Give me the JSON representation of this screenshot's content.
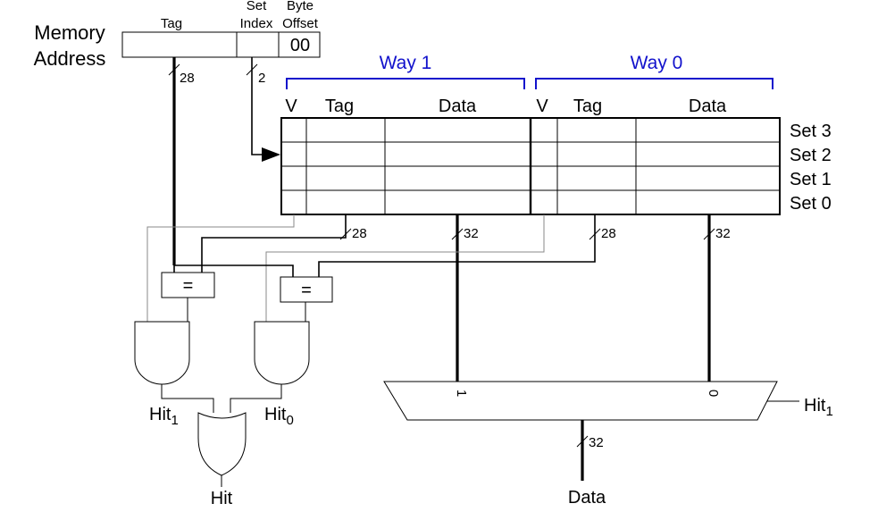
{
  "address": {
    "title_line1": "Memory",
    "title_line2": "Address",
    "tag_label": "Tag",
    "set_label_line1": "Set",
    "set_label_line2": "Index",
    "offset_label_line1": "Byte",
    "offset_label_line2": "Offset",
    "offset_value": "00",
    "tag_width": "28",
    "set_width": "2"
  },
  "ways": [
    {
      "name": "Way 1",
      "v_label": "V",
      "tag_label": "Tag",
      "data_label": "Data",
      "tag_bus": "28",
      "data_bus": "32"
    },
    {
      "name": "Way 0",
      "v_label": "V",
      "tag_label": "Tag",
      "data_label": "Data",
      "tag_bus": "28",
      "data_bus": "32"
    }
  ],
  "sets": [
    "Set 3",
    "Set 2",
    "Set 1",
    "Set 0"
  ],
  "comparator_label": "=",
  "hit_signals": {
    "hit1_base": "Hit",
    "hit1_sub": "1",
    "hit0_base": "Hit",
    "hit0_sub": "0",
    "hit_out": "Hit"
  },
  "mux": {
    "input_1": "1",
    "input_0": "0",
    "select_base": "Hit",
    "select_sub": "1",
    "out_width": "32",
    "out_label": "Data"
  }
}
